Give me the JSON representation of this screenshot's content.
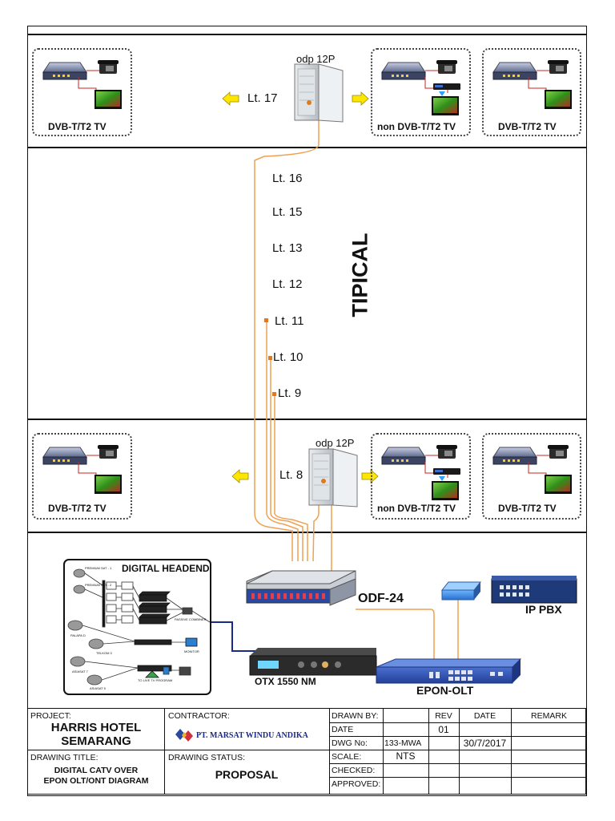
{
  "floors_top": {
    "odp_label": "odp 12P",
    "floor_label": "Lt. 17",
    "left_box_label": "DVB-T/T2 TV",
    "mid_box_label": "non DVB-T/T2 TV",
    "right_box_label": "DVB-T/T2 TV"
  },
  "typical": {
    "title": "TIPICAL",
    "floors": [
      "Lt. 16",
      "Lt. 15",
      "Lt. 13",
      "Lt. 12",
      "Lt. 11",
      "Lt. 10",
      "Lt. 9"
    ]
  },
  "floors_bottom": {
    "odp_label": "odp 12P",
    "floor_label": "Lt. 8",
    "left_box_label": "DVB-T/T2 TV",
    "mid_box_label": "non DVB-T/T2 TV",
    "right_box_label": "DVB-T/T2 TV"
  },
  "equipment": {
    "headend_title": "DIGITAL HEADEND",
    "headend_small_labels": [
      "PREMIUM SAT - 1",
      "PREMIUM SAT - 2",
      "PALAPA D",
      "TELKOM 3",
      "ASIASAT 7",
      "ASIASAT 5",
      "PASSIVE COMBINER",
      "MONITOR",
      "TO LIVE TV PROGRAM"
    ],
    "odf_label": "ODF-24",
    "ippbx_label": "IP PBX",
    "otx_label": "OTX 1550 NM",
    "olt_label": "EPON-OLT"
  },
  "title_block": {
    "project_caption": "PROJECT:",
    "project_line1": "HARRIS HOTEL",
    "project_line2": "SEMARANG",
    "contractor_caption": "CONTRACTOR:",
    "contractor_name": "PT. MARSAT WINDU ANDIKA",
    "drawing_title_caption": "DRAWING TITLE:",
    "drawing_title_line1": "DIGITAL CATV OVER",
    "drawing_title_line2": "EPON OLT/ONT DIAGRAM",
    "drawing_status_caption": "DRAWING STATUS:",
    "drawing_status": "PROPOSAL",
    "drawn_by_label": "DRAWN BY:",
    "date_label": "DATE",
    "dwg_no_label": "DWG No:",
    "dwg_no": "133-MWA",
    "scale_label": "SCALE:",
    "scale": "NTS",
    "checked_label": "CHECKED:",
    "approved_label": "APPROVED:",
    "rev_header": "REV",
    "date_header": "DATE",
    "remark_header": "REMARK",
    "rev_value": "01",
    "date_value": "30/7/2017"
  },
  "colors": {
    "fiber": "#f0a050",
    "fiber_dark": "#e07a20",
    "coax": "#1a2a8a",
    "arrow_fill": "#ffe600",
    "odf_blue": "#2a4aa0",
    "olt_blue": "#2f55b5"
  }
}
